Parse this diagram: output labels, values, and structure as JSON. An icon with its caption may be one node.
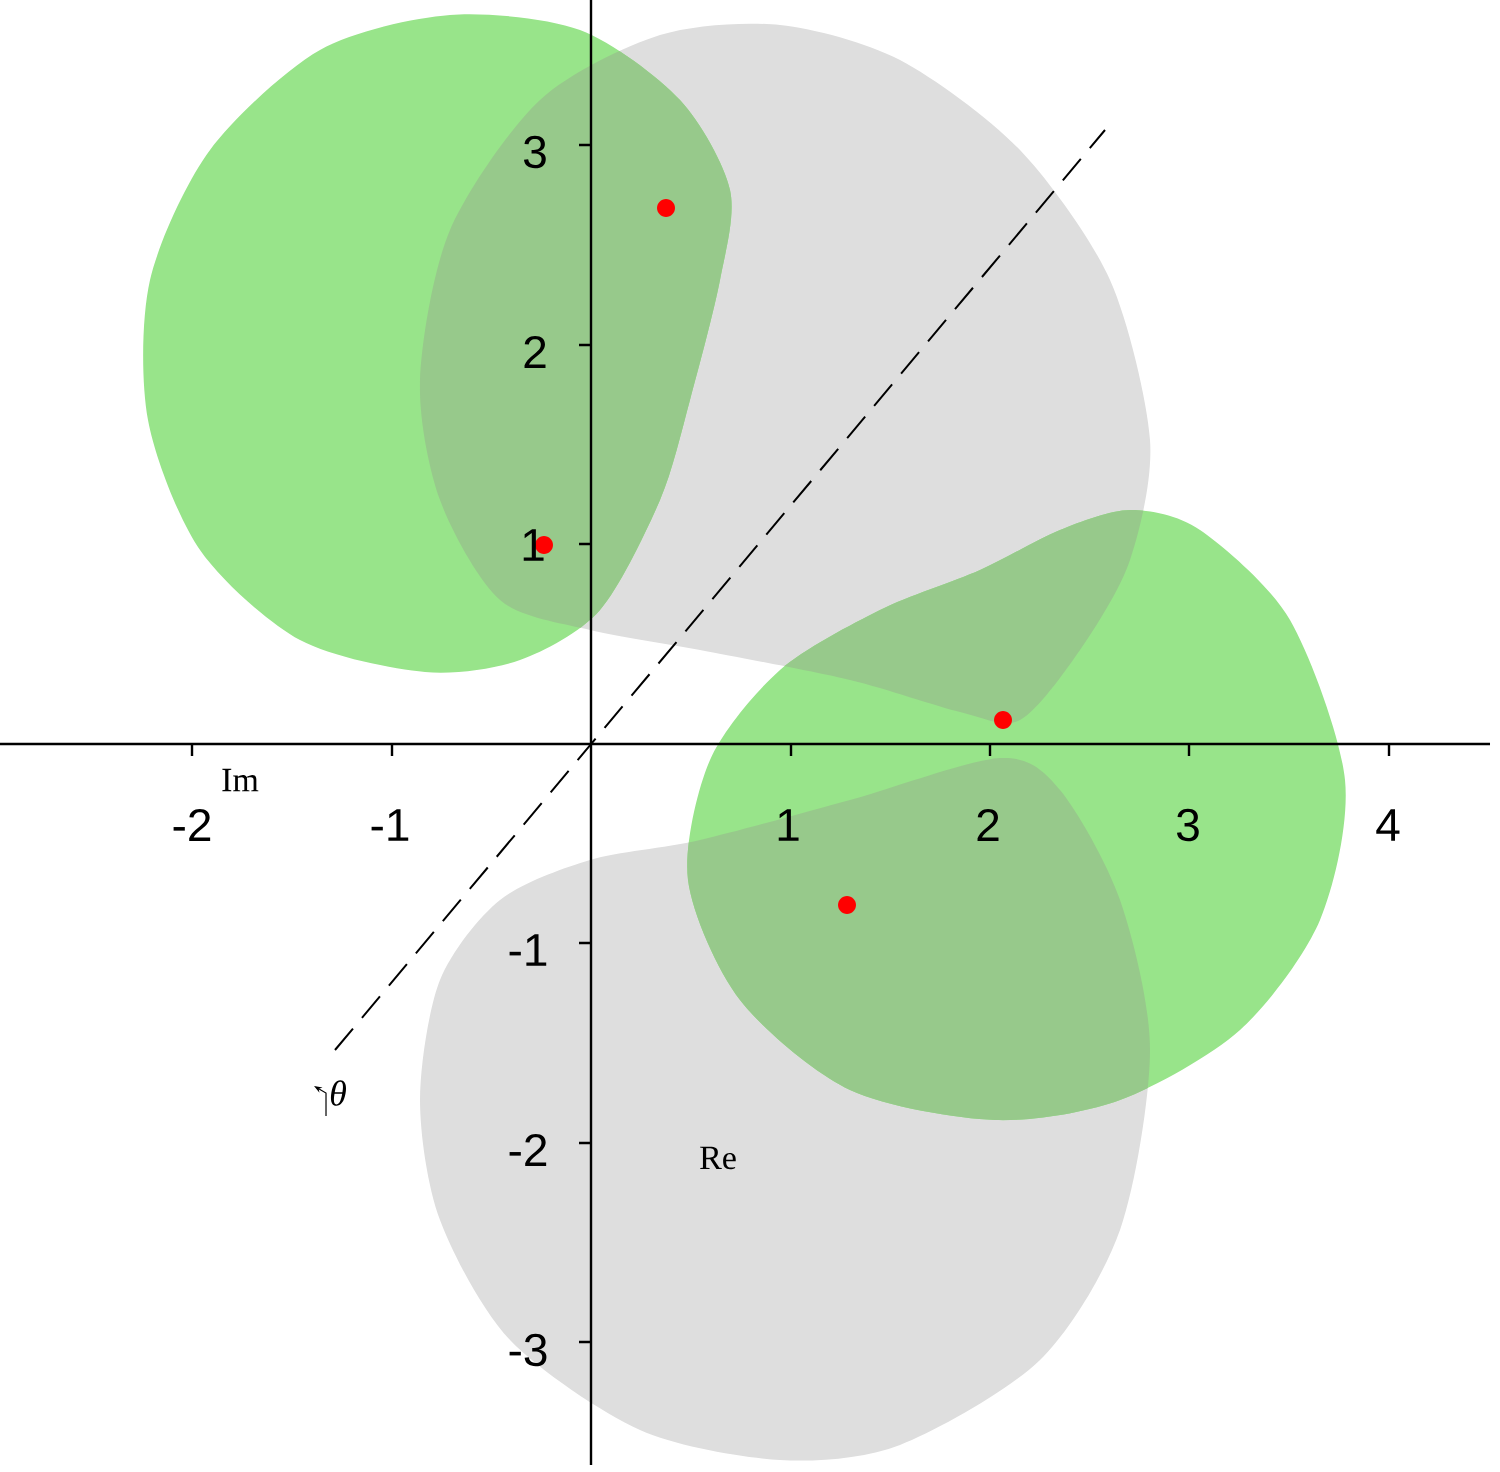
{
  "diagram": {
    "labels": [
      "3",
      "2",
      "1",
      "Im",
      "-2",
      "-1",
      "1",
      "2",
      "3",
      "4",
      "-1",
      "θ",
      "-2",
      "Re",
      "-3"
    ]
  }
}
